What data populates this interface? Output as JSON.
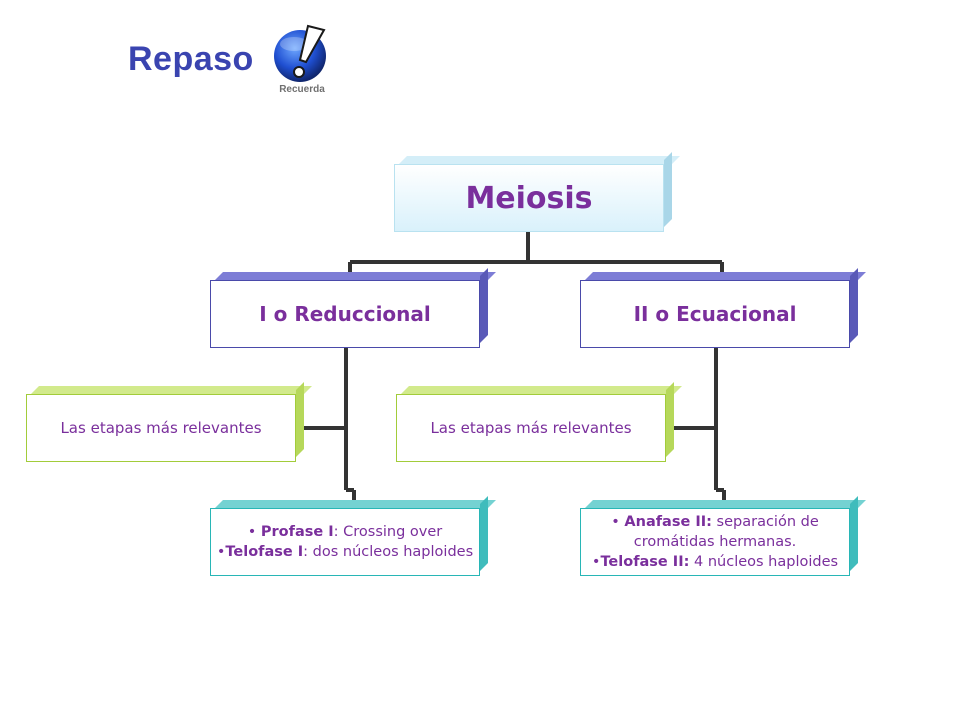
{
  "header": {
    "title": "Repaso",
    "logo_text": "Recuerda"
  },
  "diagram": {
    "root": "Meiosis",
    "branch_1": {
      "label": "I o Reduccional",
      "note": "Las etapas más relevantes",
      "details": [
        {
          "bullet": "•",
          "term": "Profase I",
          "sep": ":",
          "text": " Crossing over"
        },
        {
          "bullet": "•",
          "term": "Telofase I",
          "sep": ":",
          "text": " dos núcleos haploides"
        }
      ]
    },
    "branch_2": {
      "label": "II o Ecuacional",
      "note": "Las etapas más relevantes",
      "details": [
        {
          "bullet": "• ",
          "term": "Anafase II:",
          "sep": "",
          "text": " separación de cromátidas hermanas."
        },
        {
          "bullet": "•",
          "term": "Telofase II:",
          "sep": "",
          "text": " 4 núcleos haploides"
        }
      ]
    }
  },
  "colors": {
    "title": "#3a44b0",
    "text": "#7a2f9c",
    "connector": "#444444"
  }
}
